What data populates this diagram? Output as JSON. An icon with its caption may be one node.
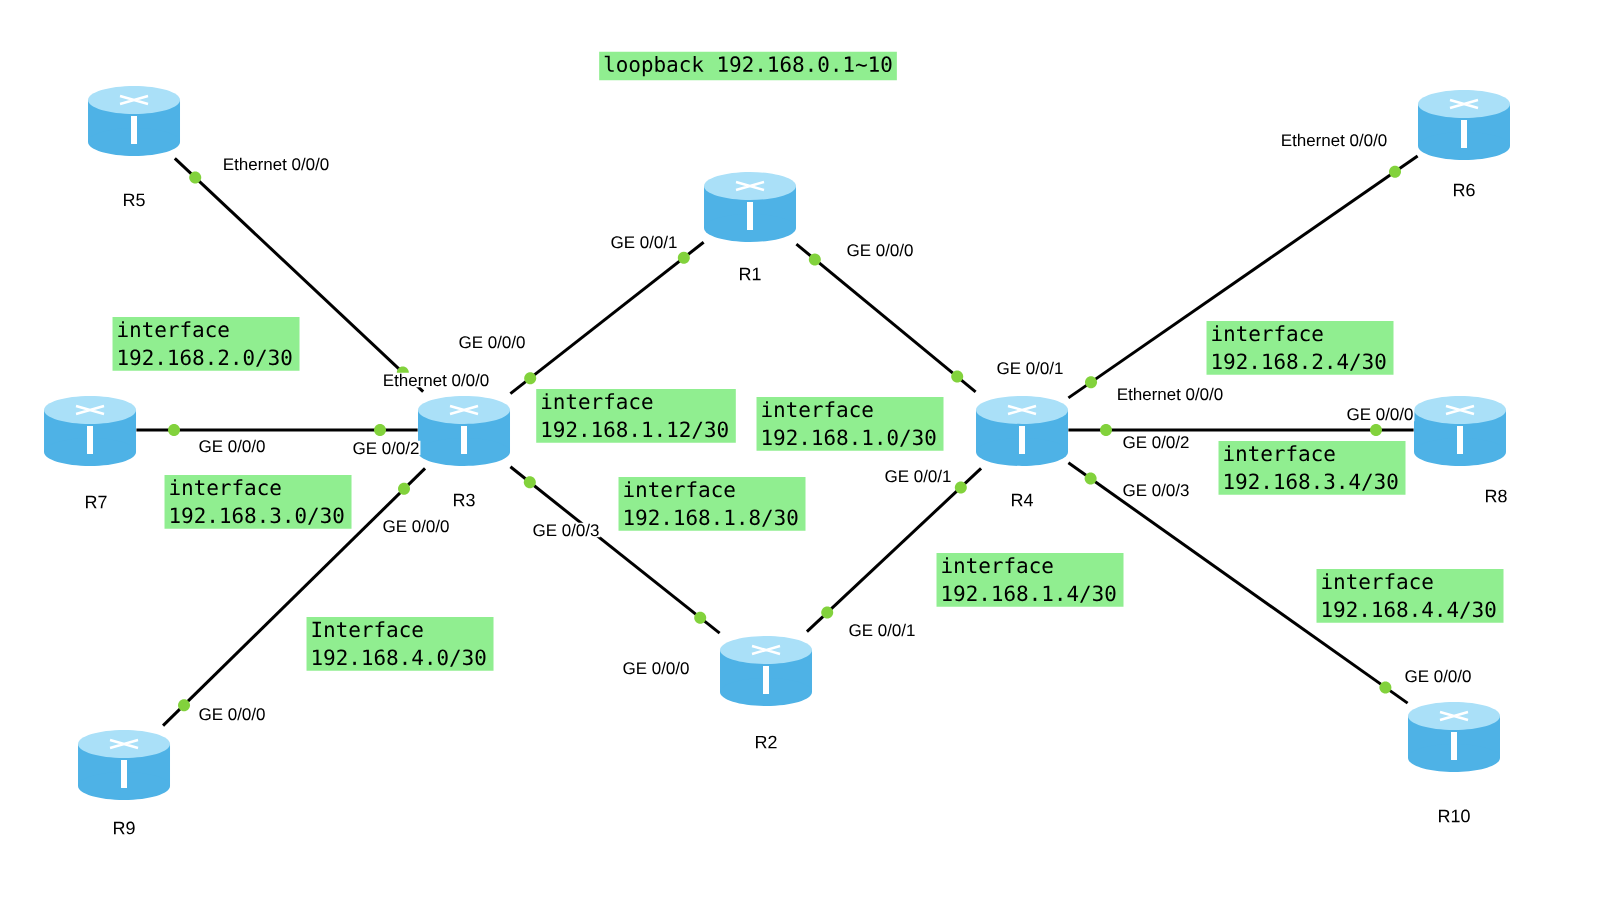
{
  "diagram": {
    "nodes": [
      {
        "text": [
          "R5"
        ]
      },
      {
        "text": [
          "R1"
        ]
      },
      {
        "text": [
          "R6"
        ]
      },
      {
        "text": [
          "R7"
        ]
      },
      {
        "text": [
          "R3"
        ]
      },
      {
        "text": [
          "R4"
        ]
      },
      {
        "text": [
          "R8"
        ]
      },
      {
        "text": [
          "R9"
        ]
      },
      {
        "text": [
          "R2"
        ]
      },
      {
        "text": [
          "R10"
        ]
      },
      {
        "text": [
          "loopback 192.168.0.1~10"
        ]
      },
      {
        "text": [
          "interface 192.168.2.0/30"
        ]
      },
      {
        "text": [
          "interface 192.168.1.12/30"
        ]
      },
      {
        "text": [
          "interface 192.168.1.0/30"
        ]
      },
      {
        "text": [
          "interface 192.168.2.4/30"
        ]
      },
      {
        "text": [
          "interface 192.168.3.4/30"
        ]
      },
      {
        "text": [
          "interface 192.168.3.0/30"
        ]
      },
      {
        "text": [
          "interface 192.168.1.8/30"
        ]
      },
      {
        "text": [
          "interface 192.168.1.4/30"
        ]
      },
      {
        "text": [
          "interface 192.168.4.4/30"
        ]
      },
      {
        "text": [
          "Interface 192.168.4.0/30"
        ]
      }
    ],
    "edges": [
      {
        "from": 0,
        "to": 4,
        "arrow": "none"
      },
      {
        "from": 3,
        "to": 4,
        "arrow": "none"
      },
      {
        "from": 7,
        "to": 4,
        "arrow": "none"
      },
      {
        "from": 4,
        "to": 1,
        "arrow": "none"
      },
      {
        "from": 4,
        "to": 8,
        "arrow": "none"
      },
      {
        "from": 1,
        "to": 5,
        "arrow": "none"
      },
      {
        "from": 8,
        "to": 5,
        "arrow": "none"
      },
      {
        "from": 5,
        "to": 2,
        "arrow": "none"
      },
      {
        "from": 5,
        "to": 6,
        "arrow": "none"
      },
      {
        "from": 5,
        "to": 9,
        "arrow": "none"
      }
    ],
    "labels": [
      "Ethernet 0/0/0",
      "Ethernet 0/0/0",
      "GE 0/0/1",
      "GE 0/0/0",
      "GE 0/0/0",
      "GE 0/0/1",
      "Ethernet 0/0/0",
      "Ethernet 0/0/0",
      "GE 0/0/0",
      "GE 0/0/2",
      "GE 0/0/2",
      "GE 0/0/0",
      "GE 0/0/0",
      "GE 0/0/3",
      "GE 0/0/3",
      "GE 0/0/1",
      "GE 0/0/1",
      "GE 0/0/0",
      "GE 0/0/0",
      "GE 0/0/0"
    ]
  }
}
